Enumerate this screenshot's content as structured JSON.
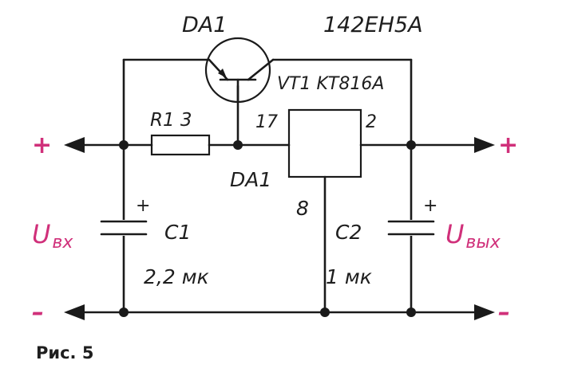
{
  "labels": {
    "da1_top": "DA1",
    "ic_part": "142ЕН5А",
    "transistor": "VT1 KT816A",
    "resistor": "R1 3",
    "pin_17": "17",
    "pin_2": "2",
    "pin_8": "8",
    "da1_box": "DA1",
    "c1_name": "C1",
    "c1_value": "2,2 мк",
    "c2_name": "C2",
    "c2_value": "1 мк",
    "c1_plus": "+",
    "c2_plus": "+",
    "u_in_main": "U",
    "u_in_sub": "вх",
    "u_out_main": "U",
    "u_out_sub": "вых",
    "left_plus": "+",
    "left_minus": "–",
    "right_plus": "+",
    "right_minus": "–"
  },
  "caption": "Рис. 5",
  "colors": {
    "ink": "#1a1a1a",
    "accent": "#d0307a"
  }
}
